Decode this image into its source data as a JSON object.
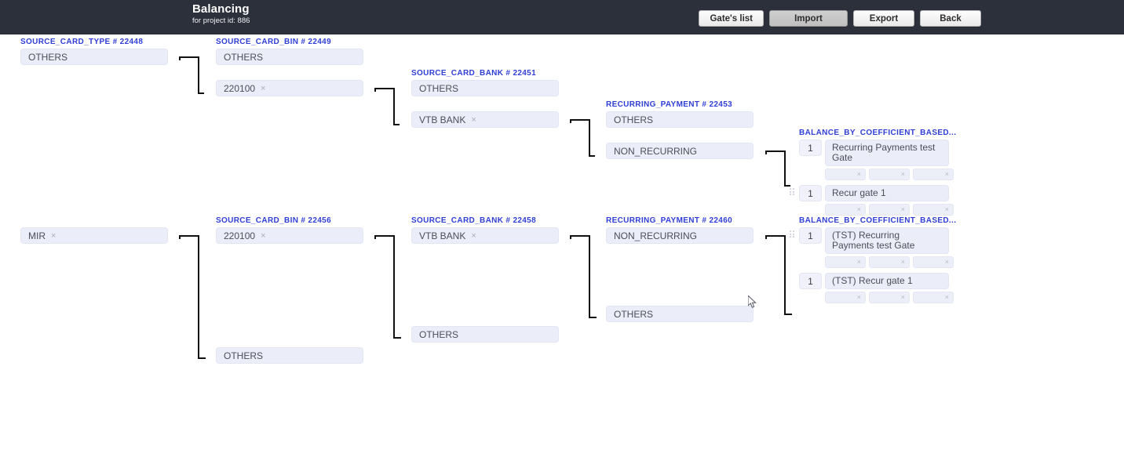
{
  "header": {
    "title": "Balancing",
    "subtitle": "for project id: 886",
    "buttons": [
      {
        "label": "Gate's list",
        "name": "gates-list-button",
        "active": false
      },
      {
        "label": "Import",
        "name": "import-button",
        "active": true
      },
      {
        "label": "Export",
        "name": "export-button",
        "active": false
      },
      {
        "label": "Back",
        "name": "back-button",
        "active": false
      }
    ]
  },
  "colors": {
    "topbar": "#2b303b",
    "label_blue": "#2f3ed6",
    "chip_bg": "#ebedf8",
    "connector": "#111111"
  },
  "tree": {
    "row_top": {
      "columns": [
        {
          "label": "SOURCE_CARD_TYPE # 22448",
          "chips": [
            {
              "value": "OTHERS",
              "removable": false
            }
          ]
        },
        {
          "label": "SOURCE_CARD_BIN # 22449",
          "chips": [
            {
              "value": "OTHERS",
              "removable": false
            },
            {
              "value": "220100",
              "removable": true
            }
          ]
        },
        {
          "label": "SOURCE_CARD_BANK # 22451",
          "chips": [
            {
              "value": "OTHERS",
              "removable": false
            },
            {
              "value": "VTB BANK",
              "removable": true
            }
          ]
        },
        {
          "label": "RECURRING_PAYMENT # 22453",
          "chips": [
            {
              "value": "OTHERS",
              "removable": false
            },
            {
              "value": "NON_RECURRING",
              "removable": false
            }
          ]
        }
      ],
      "gates": {
        "label": "BALANCE_BY_COEFFICIENT_BASED...",
        "rows": [
          {
            "coefficient": "1",
            "name": "Recurring Payments test Gate",
            "draggable": false,
            "subboxes": [
              "×",
              "×",
              "×"
            ]
          },
          {
            "coefficient": "1",
            "name": "Recur gate 1",
            "draggable": true,
            "subboxes": [
              "×",
              "×",
              "×"
            ]
          }
        ]
      }
    },
    "row_bottom": {
      "columns": [
        {
          "label": "",
          "chips": [
            {
              "value": "MIR",
              "removable": true
            }
          ]
        },
        {
          "label": "SOURCE_CARD_BIN # 22456",
          "chips": [
            {
              "value": "220100",
              "removable": true
            },
            {
              "value": "OTHERS",
              "removable": false
            }
          ]
        },
        {
          "label": "SOURCE_CARD_BANK # 22458",
          "chips": [
            {
              "value": "VTB BANK",
              "removable": true
            },
            {
              "value": "OTHERS",
              "removable": false
            }
          ]
        },
        {
          "label": "RECURRING_PAYMENT # 22460",
          "chips": [
            {
              "value": "NON_RECURRING",
              "removable": false
            },
            {
              "value": "OTHERS",
              "removable": false
            }
          ]
        }
      ],
      "gates": {
        "label": "BALANCE_BY_COEFFICIENT_BASED...",
        "rows": [
          {
            "coefficient": "1",
            "name": "(TST) Recurring Payments test Gate",
            "draggable": true,
            "subboxes": [
              "×",
              "×",
              "×"
            ]
          },
          {
            "coefficient": "1",
            "name": "(TST) Recur gate 1",
            "draggable": false,
            "subboxes": [
              "×",
              "×",
              "×"
            ]
          }
        ]
      }
    }
  },
  "remove_glyph": "×"
}
